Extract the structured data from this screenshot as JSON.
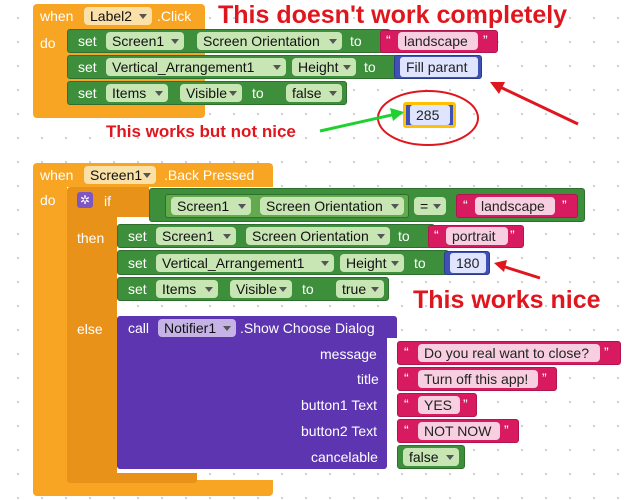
{
  "block1": {
    "when": "when",
    "component": "Label2",
    "event": ".Click",
    "do": "do",
    "rows": [
      {
        "set": "set",
        "component": "Screen1",
        "property": "Screen Orientation",
        "to": "to",
        "value": "landscape"
      },
      {
        "set": "set",
        "component": "Vertical_Arrangement1",
        "property": "Height",
        "to": "to",
        "value": "Fill parant"
      },
      {
        "set": "set",
        "component": "Items",
        "property": "Visible",
        "to": "to",
        "value": "false"
      }
    ],
    "loose_number": "285"
  },
  "block2": {
    "when": "when",
    "component": "Screen1",
    "event": ".Back Pressed",
    "do": "do",
    "if": "if",
    "condition": {
      "component": "Screen1",
      "property": "Screen Orientation",
      "operator": "=",
      "value": "landscape"
    },
    "then": "then",
    "then_rows": [
      {
        "set": "set",
        "component": "Screen1",
        "property": "Screen Orientation",
        "to": "to",
        "value": "portrait"
      },
      {
        "set": "set",
        "component": "Vertical_Arrangement1",
        "property": "Height",
        "to": "to",
        "value": "180"
      },
      {
        "set": "set",
        "component": "Items",
        "property": "Visible",
        "to": "to",
        "value": "true"
      }
    ],
    "else": "else",
    "call": {
      "call": "call",
      "component": "Notifier1",
      "method": ".Show Choose Dialog",
      "args": [
        {
          "name": "message",
          "value": "Do you real want to close?"
        },
        {
          "name": "title",
          "value": "Turn off this app!"
        },
        {
          "name": "button1 Text",
          "value": "YES"
        },
        {
          "name": "button2 Text",
          "value": "NOT NOW"
        },
        {
          "name": "cancelable",
          "value": "false"
        }
      ]
    }
  },
  "annotations": {
    "top": "This doesn't work completely",
    "middle": "This works but not nice",
    "bottom": "This works nice"
  },
  "colors": {
    "event": "#f7a522",
    "set_block": "#3e8f3c",
    "text_block": "#d81b60",
    "number_block": "#3f51b5",
    "call_block": "#5e35b1",
    "annotation_red": "#e0161e",
    "annotation_green": "#1fd12f"
  }
}
